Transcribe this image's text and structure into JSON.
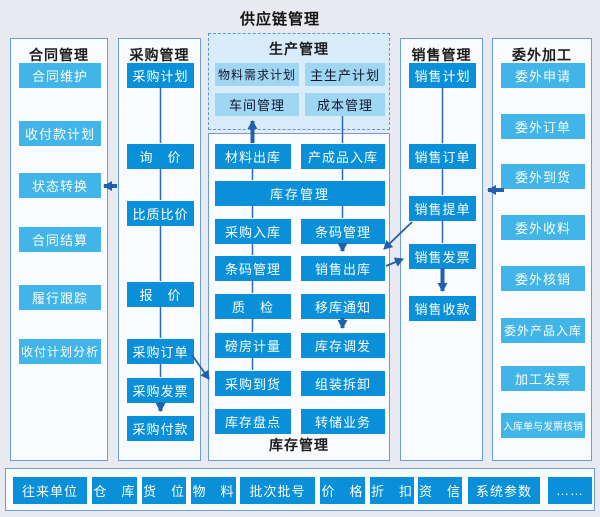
{
  "title": "供应链管理",
  "colors": {
    "deep_blue": "#0a90d8",
    "sky_blue": "#41b4e8",
    "panel_border": "#6a9fd8",
    "dashed_fill": "#d9ecfa",
    "dashed_button": "#9fd7f3",
    "arrow": "#2061ad",
    "background": "#e8e9f1"
  },
  "columns": {
    "contract": {
      "title": "合同管理",
      "items": [
        "合同维护",
        "收付款计划",
        "状态转换",
        "合同结算",
        "履行跟踪",
        "收付计划分析"
      ]
    },
    "purchase": {
      "title": "采购管理",
      "items": [
        "采购计划",
        "询　价",
        "比质比价",
        "报　价",
        "采购订单",
        "采购发票",
        "采购付款"
      ]
    },
    "production": {
      "title": "生产管理",
      "items": [
        "物料需求计划",
        "主生产计划",
        "车间管理",
        "成本管理"
      ]
    },
    "inventory": {
      "bar_label": "库存管理",
      "bottom_label": "库存管理",
      "left_items": [
        "材料出库",
        "采购入库",
        "条码管理",
        "质　检",
        "磅房计量",
        "采购到货",
        "库存盘点"
      ],
      "right_items": [
        "产成品入库",
        "条码管理",
        "销售出库",
        "移库通知",
        "库存调发",
        "组装拆卸",
        "转储业务"
      ]
    },
    "sales": {
      "title": "销售管理",
      "items": [
        "销售计划",
        "销售订单",
        "销售提单",
        "销售发票",
        "销售收款"
      ]
    },
    "outsourcing": {
      "title": "委外加工",
      "items": [
        "委外申请",
        "委外订单",
        "委外到货",
        "委外收料",
        "委外核销",
        "委外产品入库",
        "加工发票",
        "入库单与发票核销"
      ]
    }
  },
  "basedata": {
    "items": [
      "往来单位",
      "仓　库",
      "货　位",
      "物　料",
      "批次批号",
      "价　格",
      "折　扣",
      "资　信",
      "系统参数",
      "……"
    ]
  }
}
